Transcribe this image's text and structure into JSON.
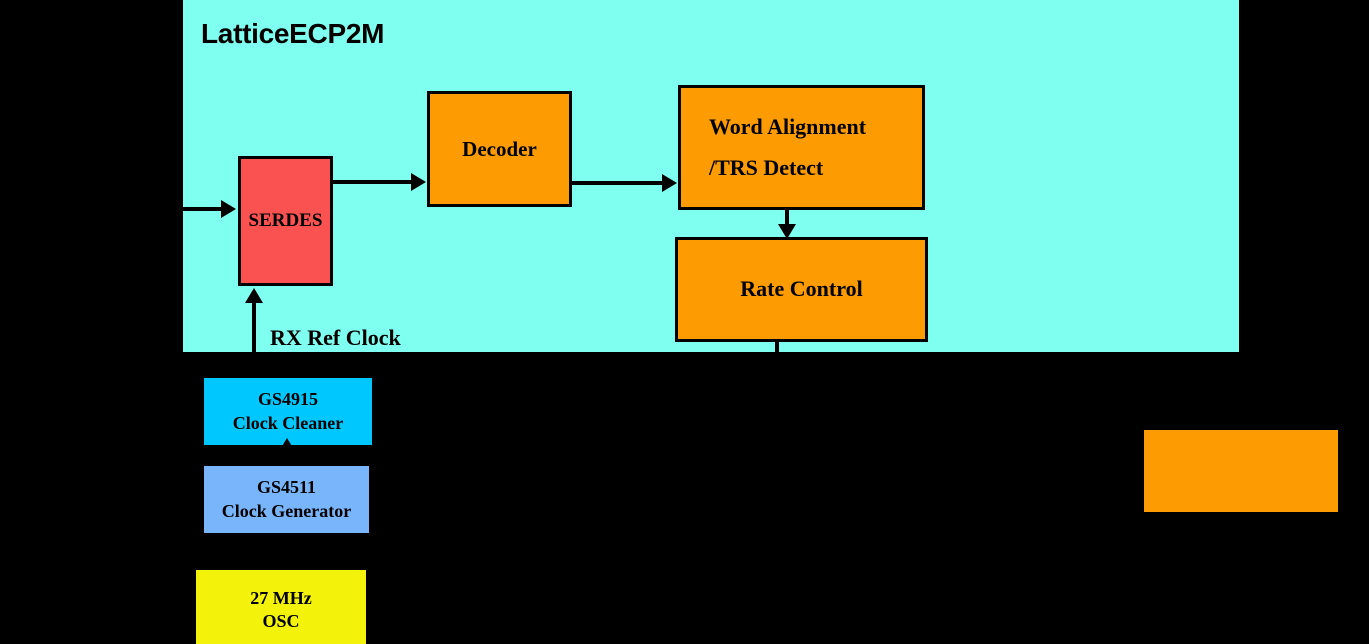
{
  "diagram": {
    "title": "LatticeECP2M",
    "background_color": "#000000",
    "panel_color": "#7FFFEF",
    "blocks": [
      {
        "id": "serdes",
        "label": "SERDES",
        "color": "#FA5250"
      },
      {
        "id": "decoder",
        "label": "Decoder",
        "color": "#FD9B02"
      },
      {
        "id": "word_align",
        "line1": "Word Alignment",
        "line2": "/TRS Detect",
        "color": "#FD9B02"
      },
      {
        "id": "rate_control",
        "label": "Rate Control",
        "color": "#FD9B02"
      },
      {
        "id": "orange_empty",
        "label": "",
        "color": "#FD9B02"
      },
      {
        "id": "clock_cleaner",
        "line1": "GS4915",
        "line2": "Clock Cleaner",
        "color": "#00C8FE"
      },
      {
        "id": "clock_gen",
        "line1": "GS4511",
        "line2": "Clock Generator",
        "color": "#79B5FB"
      },
      {
        "id": "osc",
        "line1": "27 MHz",
        "line2": "OSC",
        "color": "#F2F20B"
      }
    ],
    "labels": {
      "rx_ref_clock": "RX Ref Clock"
    }
  }
}
